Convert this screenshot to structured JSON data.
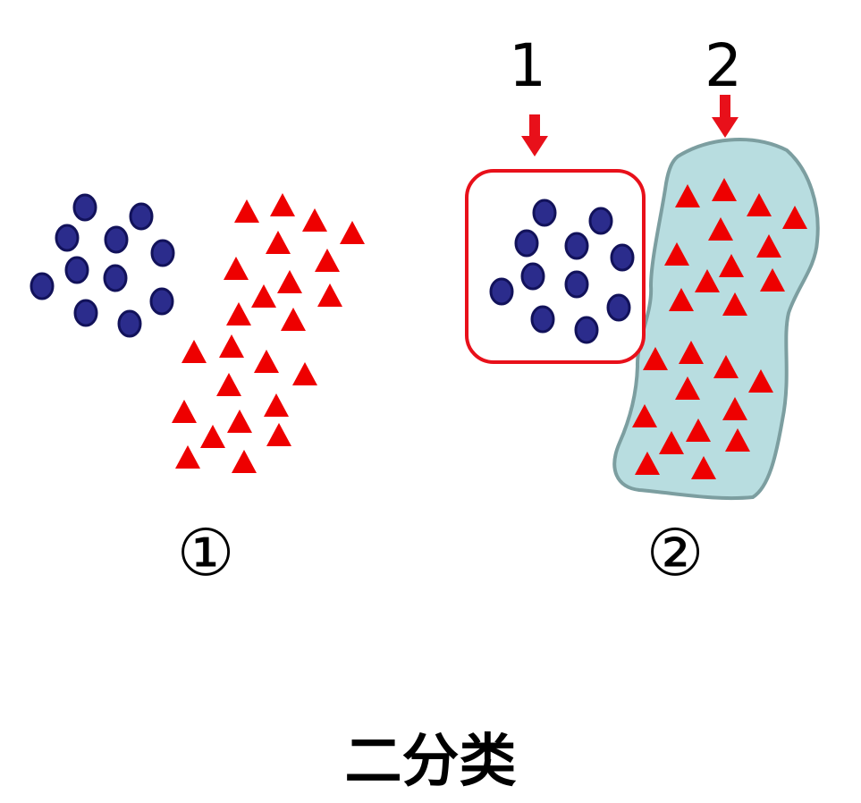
{
  "title": "二分类",
  "panel1": {
    "caption": "①"
  },
  "panel2": {
    "caption": "②",
    "class_labels": [
      "1",
      "2"
    ]
  },
  "colors": {
    "circle_fill": "#2b2c8c",
    "circle_stroke": "#12125a",
    "triangle": "#ee0000",
    "box_border": "#e8101a",
    "region_fill": "#b8dde0",
    "region_stroke": "#7c9ea0",
    "arrow": "#e8101a"
  },
  "icons": {
    "class1_point": "circle",
    "class2_point": "triangle"
  }
}
